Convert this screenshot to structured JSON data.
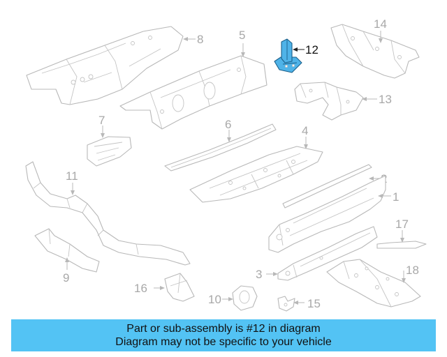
{
  "diagram": {
    "highlighted_part": "12",
    "colors": {
      "highlight_fill": "#4fb3e8",
      "highlight_stroke": "#1a5f8a",
      "line_art": "#b8b8b8",
      "banner": "#53c3f4"
    },
    "callouts": {
      "c1": "1",
      "c2": "2",
      "c3": "3",
      "c4": "4",
      "c5": "5",
      "c6": "6",
      "c7": "7",
      "c8": "8",
      "c9": "9",
      "c10": "10",
      "c11": "11",
      "c12": "12",
      "c13": "13",
      "c14": "14",
      "c15": "15",
      "c16": "16",
      "c17": "17",
      "c18": "18"
    }
  },
  "banner": {
    "line1": "Part or sub-assembly is #12 in diagram",
    "line2": "Diagram may not be specific to your vehicle"
  }
}
